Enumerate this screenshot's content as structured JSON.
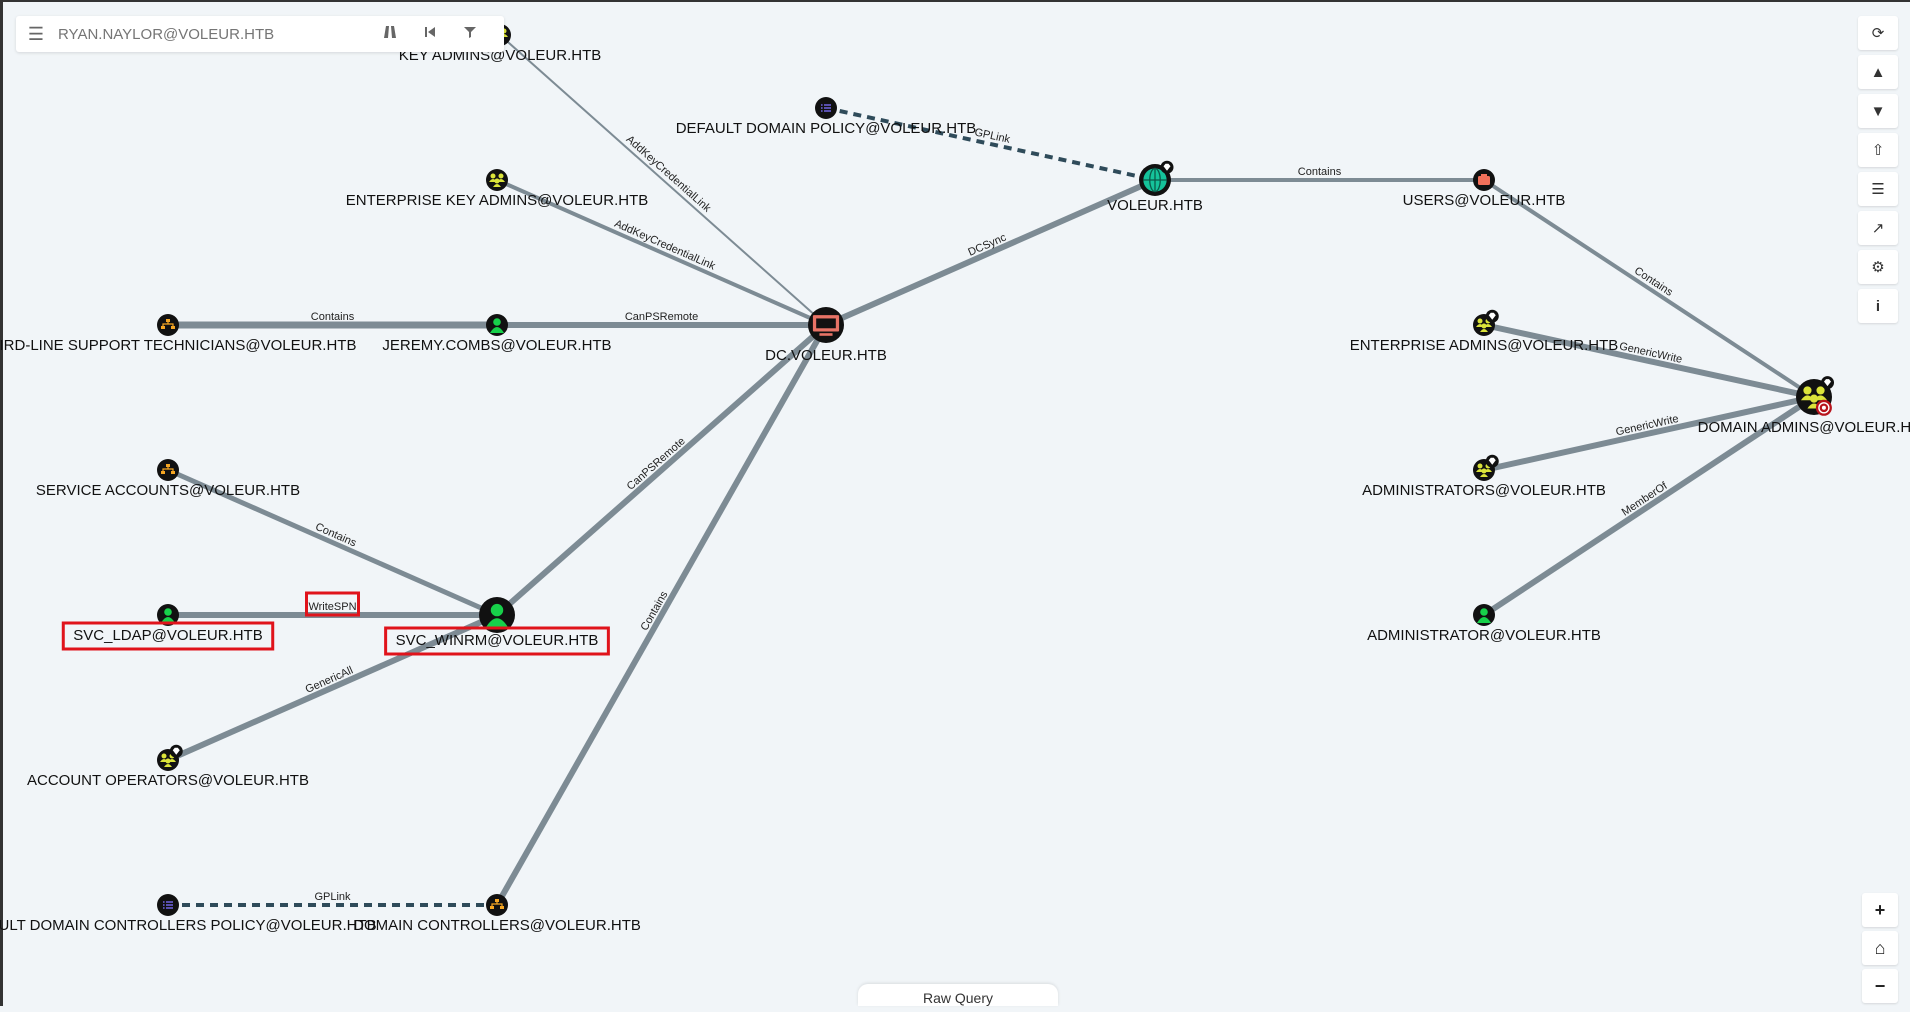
{
  "search": {
    "placeholder": "RYAN.NAYLOR@VOLEUR.HTB"
  },
  "search_icons": [
    "pathfinding-icon",
    "back-icon",
    "filter-icon"
  ],
  "nodes": [
    {
      "id": "key_admins",
      "label": "KEY ADMINS@VOLEUR.HTB",
      "type": "group"
    },
    {
      "id": "default_domain_policy",
      "label": "DEFAULT DOMAIN POLICY@VOLEUR.HTB",
      "type": "gpo"
    },
    {
      "id": "voleur",
      "label": "VOLEUR.HTB",
      "type": "domain"
    },
    {
      "id": "users",
      "label": "USERS@VOLEUR.HTB",
      "type": "container"
    },
    {
      "id": "enterprise_key_admins",
      "label": "ENTERPRISE KEY ADMINS@VOLEUR.HTB",
      "type": "group"
    },
    {
      "id": "third_line",
      "label": "THIRD-LINE SUPPORT TECHNICIANS@VOLEUR.HTB",
      "type": "ou"
    },
    {
      "id": "jeremy",
      "label": "JEREMY.COMBS@VOLEUR.HTB",
      "type": "user"
    },
    {
      "id": "dc",
      "label": "DC.VOLEUR.HTB",
      "type": "computer"
    },
    {
      "id": "enterprise_admins",
      "label": "ENTERPRISE ADMINS@VOLEUR.HTB",
      "type": "group"
    },
    {
      "id": "domain_admins",
      "label": "DOMAIN ADMINS@VOLEUR.HTB",
      "type": "group"
    },
    {
      "id": "service_accounts",
      "label": "SERVICE ACCOUNTS@VOLEUR.HTB",
      "type": "ou"
    },
    {
      "id": "administrators",
      "label": "ADMINISTRATORS@VOLEUR.HTB",
      "type": "group"
    },
    {
      "id": "svc_ldap",
      "label": "SVC_LDAP@VOLEUR.HTB",
      "type": "user"
    },
    {
      "id": "svc_winrm",
      "label": "SVC_WINRM@VOLEUR.HTB",
      "type": "user"
    },
    {
      "id": "administrator",
      "label": "ADMINISTRATOR@VOLEUR.HTB",
      "type": "user"
    },
    {
      "id": "account_operators",
      "label": "ACCOUNT OPERATORS@VOLEUR.HTB",
      "type": "group"
    },
    {
      "id": "default_dc_policy",
      "label": "DEFAULT DOMAIN CONTROLLERS POLICY@VOLEUR.HTB",
      "type": "gpo"
    },
    {
      "id": "domain_controllers",
      "label": "DOMAIN CONTROLLERS@VOLEUR.HTB",
      "type": "ou"
    }
  ],
  "edges": [
    {
      "from": "key_admins",
      "to": "dc",
      "label": "AddKeyCredentialLink"
    },
    {
      "from": "enterprise_key_admins",
      "to": "dc",
      "label": "AddKeyCredentialLink"
    },
    {
      "from": "default_domain_policy",
      "to": "voleur",
      "label": "GPLink"
    },
    {
      "from": "voleur",
      "to": "users",
      "label": "Contains"
    },
    {
      "from": "dc",
      "to": "voleur",
      "label": "DCSync"
    },
    {
      "from": "third_line",
      "to": "jeremy",
      "label": "Contains"
    },
    {
      "from": "jeremy",
      "to": "dc",
      "label": "CanPSRemote"
    },
    {
      "from": "users",
      "to": "domain_admins",
      "label": "Contains"
    },
    {
      "from": "enterprise_admins",
      "to": "domain_admins",
      "label": "GenericWrite"
    },
    {
      "from": "administrators",
      "to": "domain_admins",
      "label": "GenericWrite"
    },
    {
      "from": "administrator",
      "to": "domain_admins",
      "label": "MemberOf"
    },
    {
      "from": "service_accounts",
      "to": "svc_winrm",
      "label": "Contains"
    },
    {
      "from": "svc_winrm",
      "to": "dc",
      "label": "CanPSRemote"
    },
    {
      "from": "svc_ldap",
      "to": "svc_winrm",
      "label": "WriteSPN"
    },
    {
      "from": "account_operators",
      "to": "svc_winrm",
      "label": "GenericAll"
    },
    {
      "from": "domain_controllers",
      "to": "dc",
      "label": "Contains"
    },
    {
      "from": "default_dc_policy",
      "to": "domain_controllers",
      "label": "GPLink"
    }
  ],
  "highlighted": [
    "svc_ldap",
    "svc_winrm",
    "writespn_edge_label"
  ],
  "colors": {
    "background": "#f1f5f8",
    "edge": "#7d8b94",
    "highlight": "#e0131b",
    "user": "#17d14a",
    "group": "#dbe43a",
    "ou": "#f5a623",
    "computer": "#e77366",
    "domain": "#15c39b",
    "gpo": "#6b5fd6",
    "container": "#f2705a"
  },
  "toolbar": [
    "refresh-icon",
    "upload-icon",
    "download-icon",
    "import-icon",
    "query-list-icon",
    "chart-icon",
    "settings-icon",
    "info-icon"
  ],
  "zoom": {
    "zoom_in": "+",
    "zoom_out": "−"
  },
  "raw_query": "Raw Query"
}
